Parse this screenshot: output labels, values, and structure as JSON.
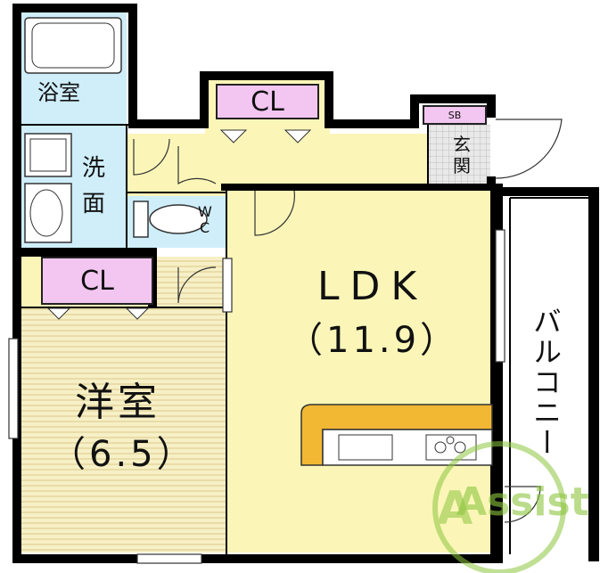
{
  "rooms": {
    "bath": "浴室",
    "washroom_line1": "洗",
    "washroom_line2": "面",
    "toilet_line1": "W",
    "toilet_line2": "C",
    "closet_top": "CL",
    "closet_left": "CL",
    "shoe_box": "SB",
    "entrance_line1": "玄",
    "entrance_line2": "関",
    "ldk_name": "LDK",
    "ldk_size": "（11.9）",
    "western_name": "洋室",
    "western_size": "（6.5）",
    "balcony": "バルコニー"
  },
  "watermark": {
    "text": "Assist"
  },
  "colors": {
    "wall": "#000000",
    "ldk_floor": "#fbf6b8",
    "wet_floor": "#cfeefa",
    "closet": "#f2c6f0",
    "tatami_floor": "#f7f0c6",
    "counter": "#f2b733",
    "watermark": "#8dc63f"
  }
}
